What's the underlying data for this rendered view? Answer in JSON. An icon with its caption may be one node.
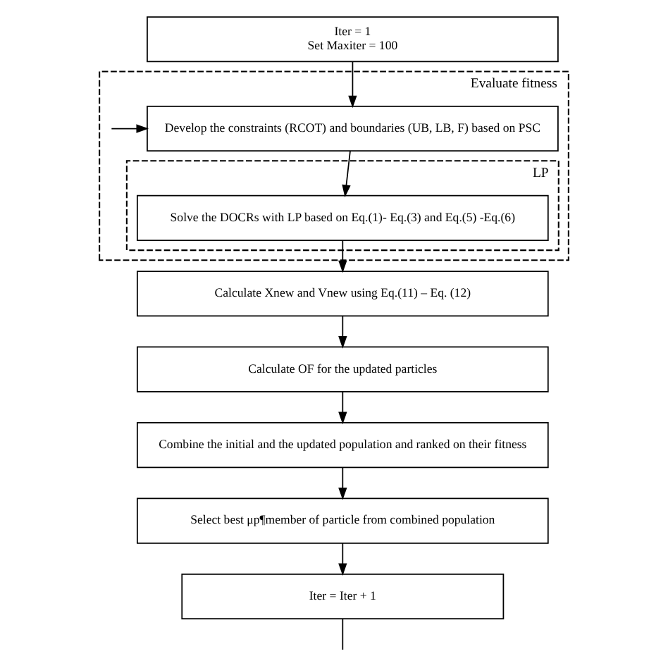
{
  "diagram": {
    "nodes": [
      {
        "text": [
          "Iter = 1",
          "Set Maxiter = 100"
        ]
      },
      {
        "text": [
          "Evaluate fitness"
        ]
      },
      {
        "text": [
          "Develop the constraints (RCOT) and boundaries (UB, LB, F) based on PSC"
        ],
        "in": 1
      },
      {
        "text": [
          "LP"
        ],
        "in": 1
      },
      {
        "text": [
          "Solve the DOCRs with LP based on Eq.(1)- Eq.(3) and Eq.(5) -Eq.(6)"
        ],
        "in": 3
      },
      {
        "text": [
          "Calculate Xnew and Vnew using Eq.(11) – Eq. (12)"
        ]
      },
      {
        "text": [
          "Calculate OF for the updated particles"
        ]
      },
      {
        "text": [
          "Combine the initial and the updated population and ranked on their fitness"
        ]
      },
      {
        "text": [
          "Select best μp¶member of particle from combined population"
        ]
      },
      {
        "text": [
          "Iter = Iter + 1"
        ]
      }
    ],
    "edges": [
      {
        "from": 0,
        "to": 2,
        "arrow": "to"
      },
      {
        "from": 2,
        "to": 4,
        "arrow": "to"
      },
      {
        "from": 4,
        "to": 5,
        "arrow": "to"
      },
      {
        "from": 5,
        "to": 6,
        "arrow": "to"
      },
      {
        "from": 6,
        "to": 7,
        "arrow": "to"
      },
      {
        "from": 7,
        "to": 8,
        "arrow": "to"
      },
      {
        "from": 8,
        "to": 9,
        "arrow": "to"
      },
      {
        "from": 9,
        "to": null,
        "arrow": "none"
      },
      {
        "from": null,
        "to": 2,
        "arrow": "to"
      }
    ]
  }
}
